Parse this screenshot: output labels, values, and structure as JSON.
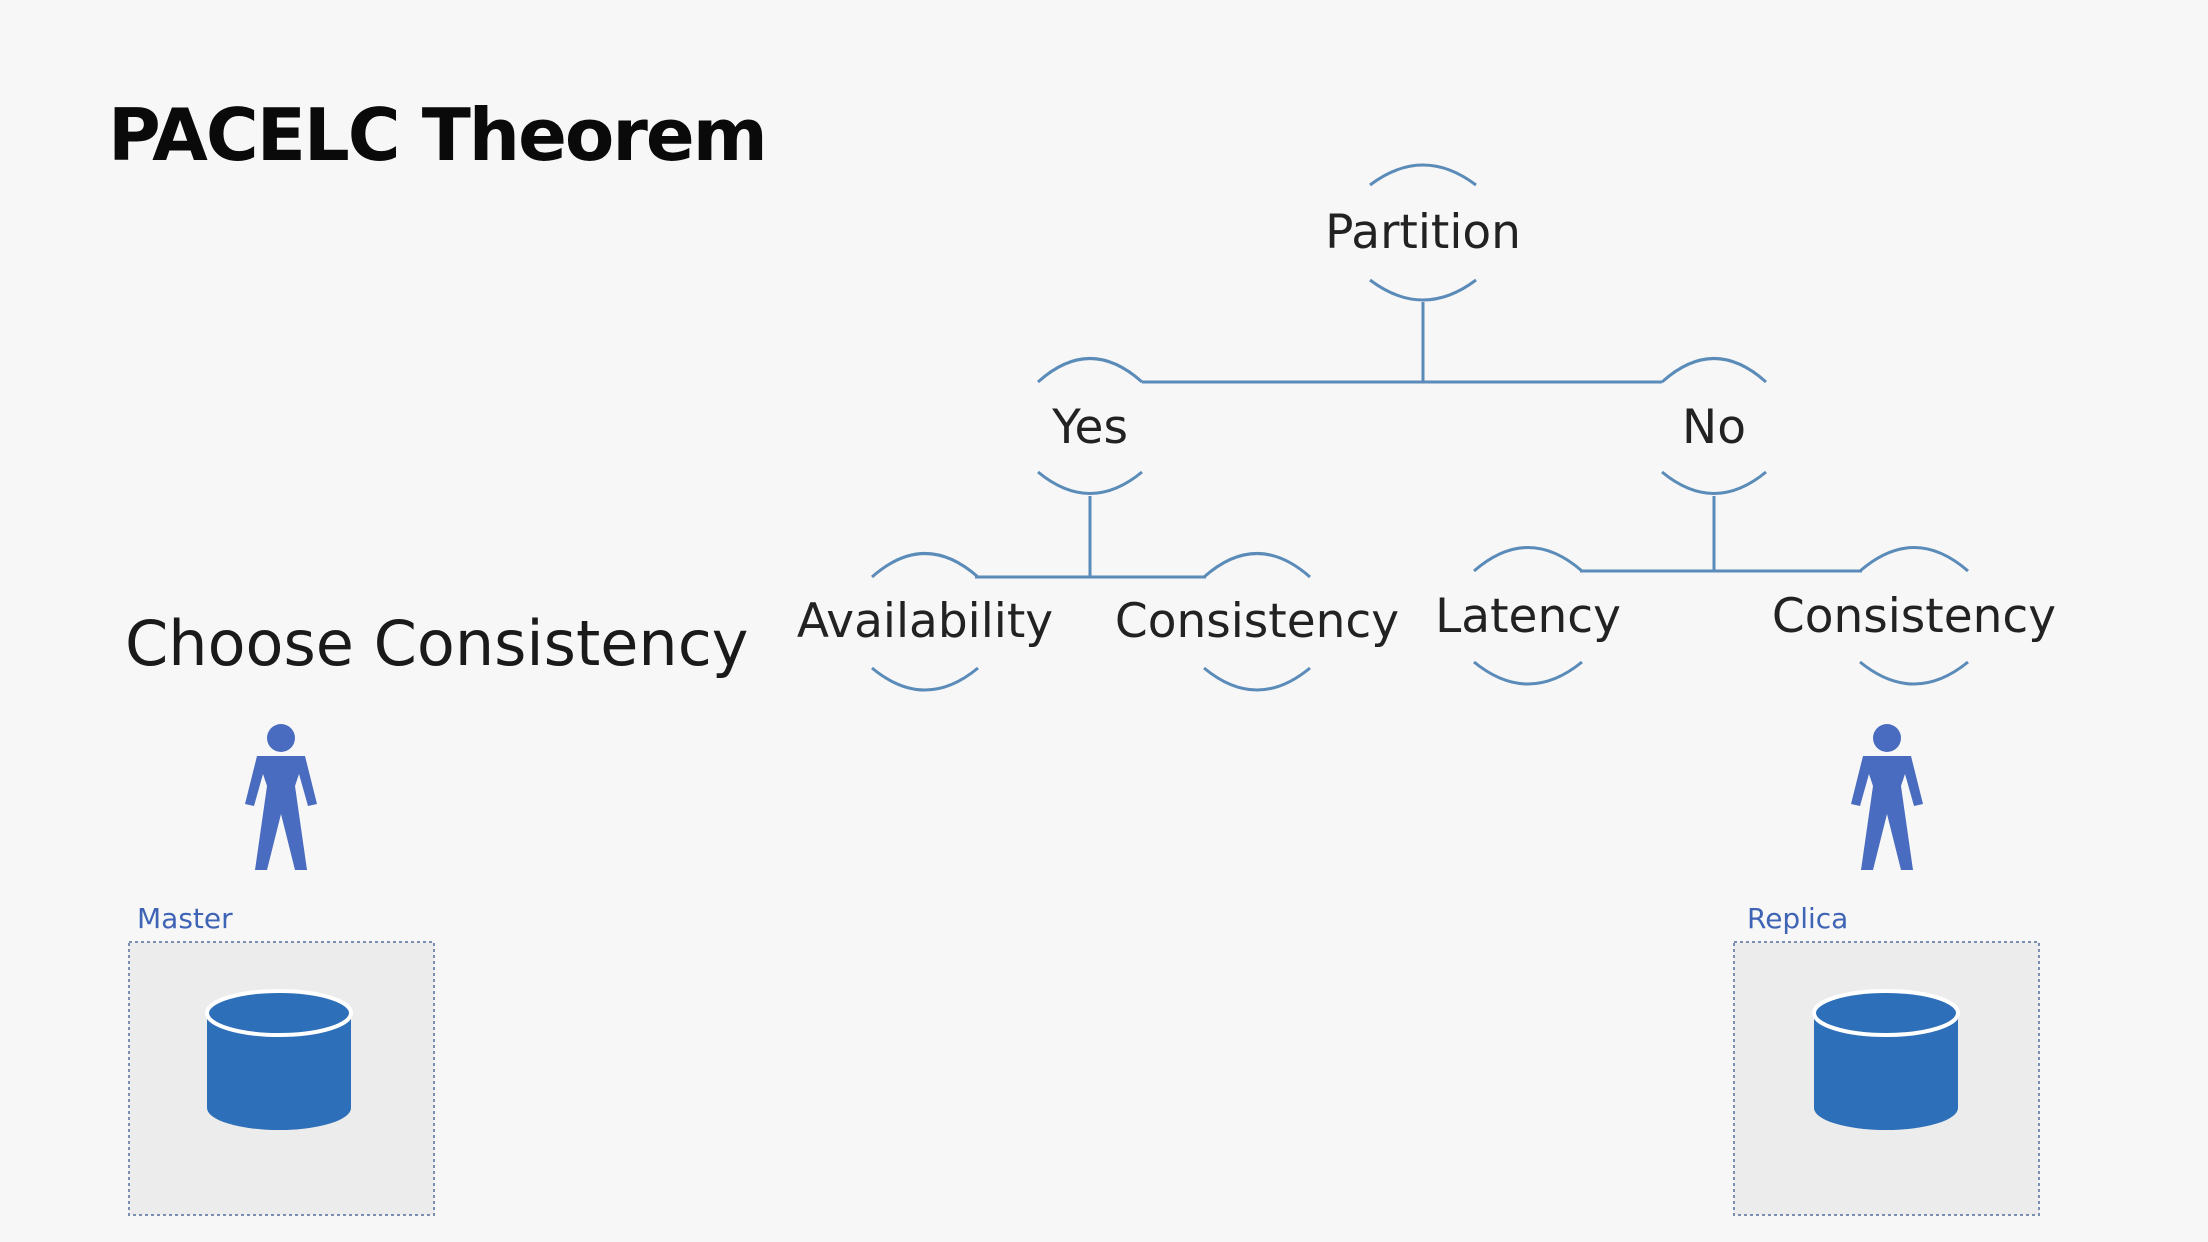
{
  "slide": {
    "title": "PACELC Theorem",
    "subtitle": "Choose Consistency"
  },
  "tree": {
    "root": "Partition",
    "yes": "Yes",
    "no": "No",
    "yes_left": "Availability",
    "yes_right": "Consistency",
    "no_left": "Latency",
    "no_right": "Consistency"
  },
  "databases": {
    "master_label": "Master",
    "replica_label": "Replica"
  },
  "icons": {
    "person": "person-icon",
    "database": "database-icon"
  },
  "colors": {
    "background": "#f7f7f7",
    "connector": "#5b8bb8",
    "icon_blue": "#2d6fb8",
    "person_blue": "#4a6cc0",
    "label_blue": "#3f63b5"
  }
}
